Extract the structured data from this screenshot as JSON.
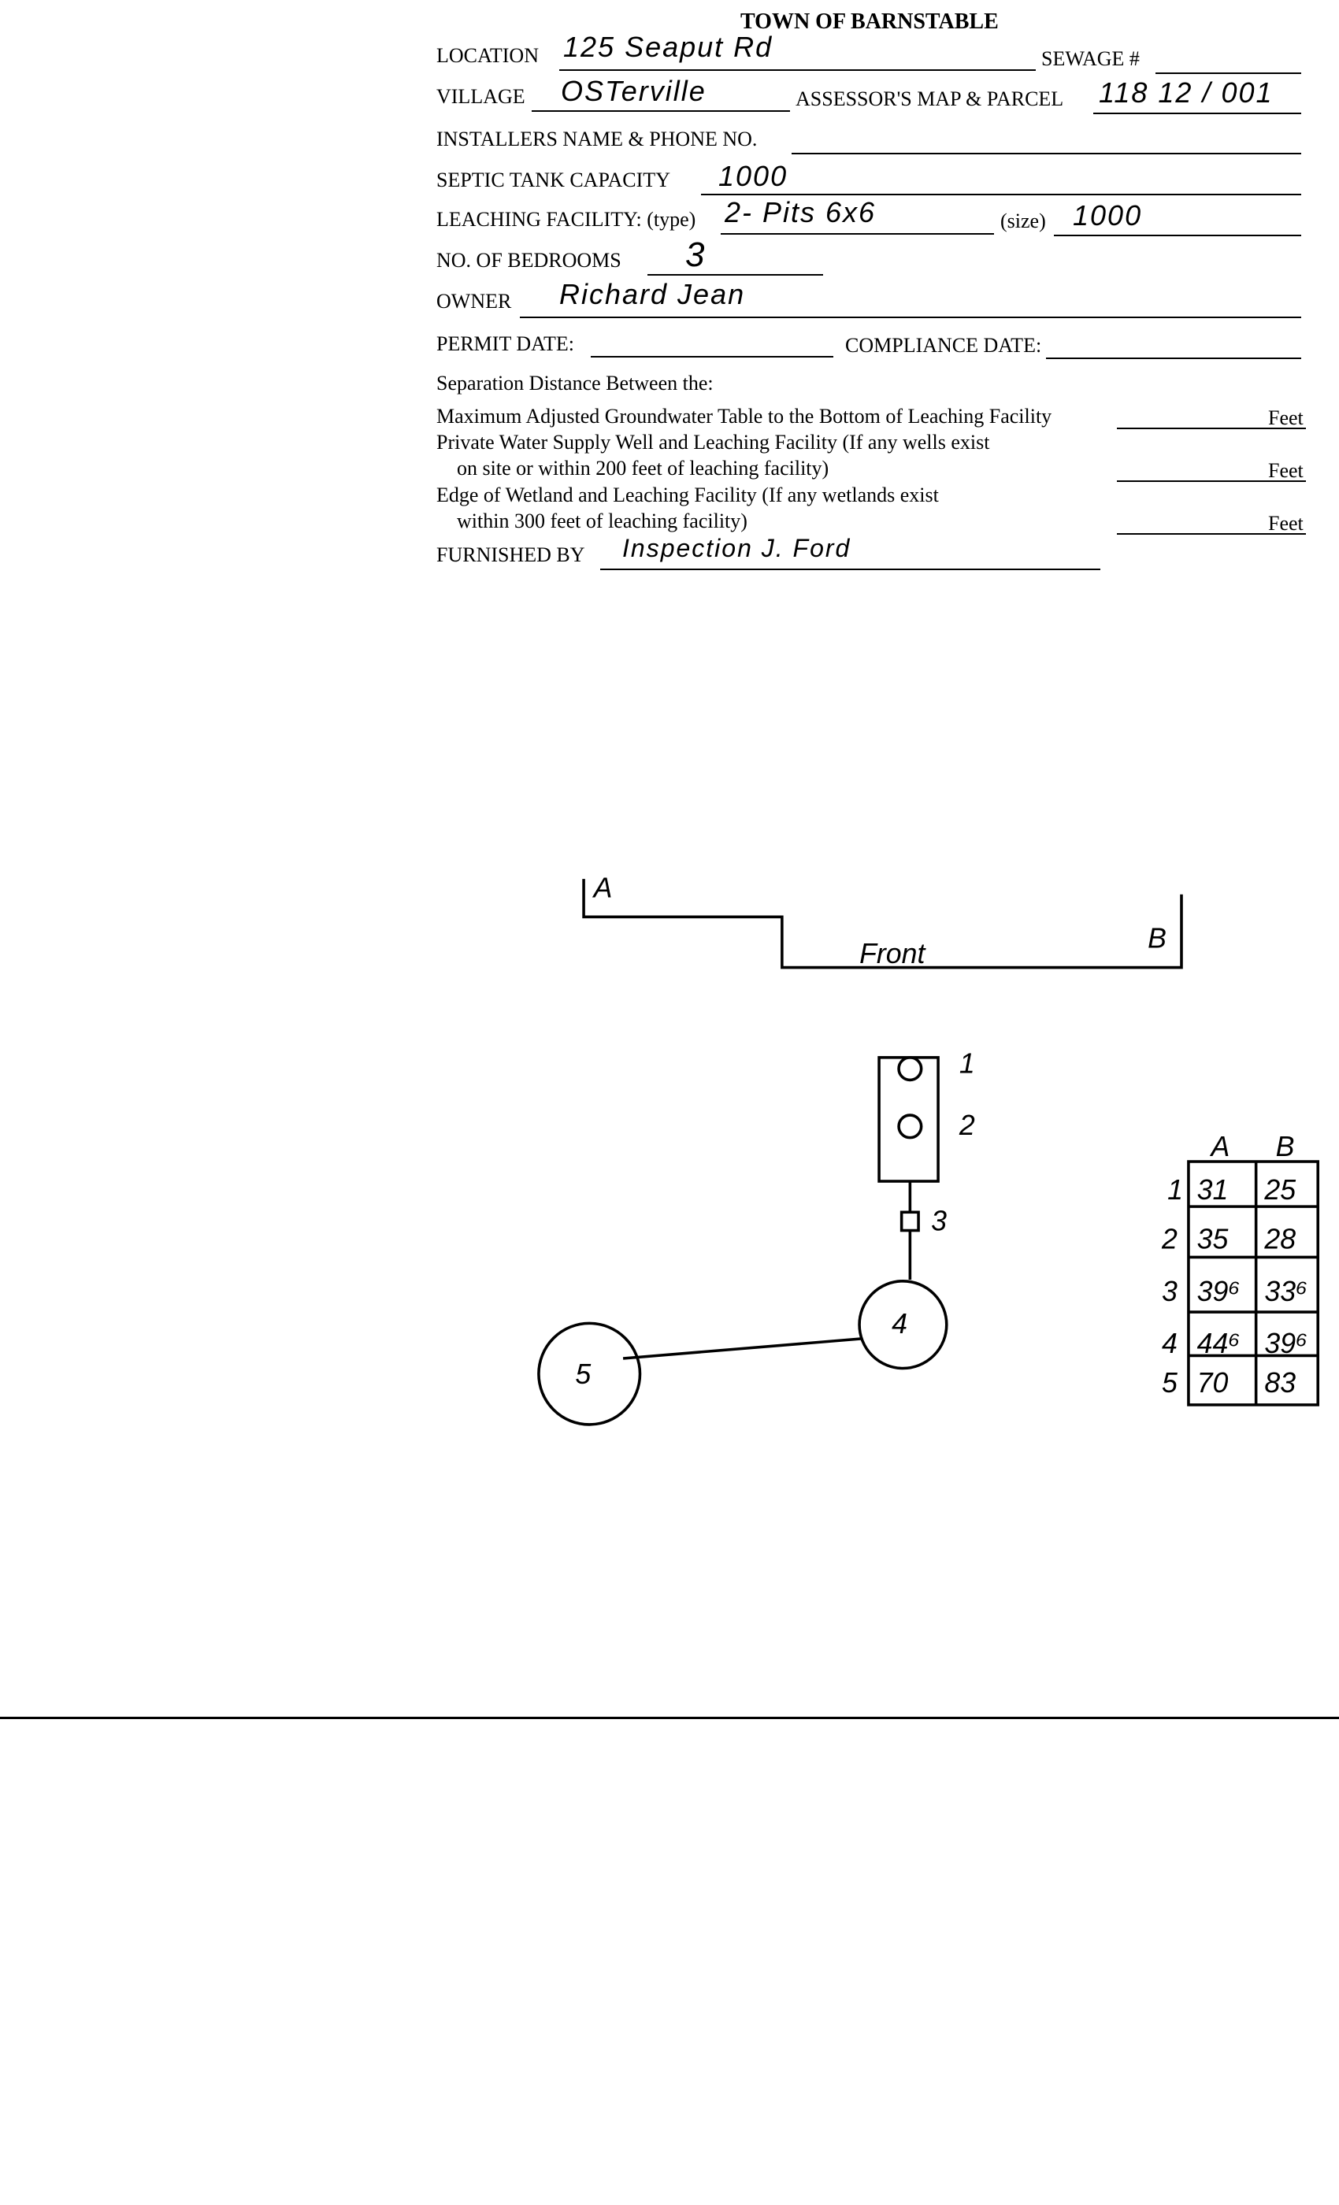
{
  "form": {
    "title": "TOWN OF BARNSTABLE",
    "location_label": "LOCATION",
    "location_value": "125 Seaput Rd",
    "sewage_label": "SEWAGE #",
    "village_label": "VILLAGE",
    "village_value": "OSTerville",
    "parcel_label": "ASSESSOR'S MAP & PARCEL",
    "parcel_value": "118 12 / 001",
    "installers_label": "INSTALLERS NAME & PHONE NO.",
    "septic_label": "SEPTIC TANK CAPACITY",
    "septic_value": "1000",
    "leaching_label": "LEACHING FACILITY: (type)",
    "leaching_type_value": "2- Pits 6x6",
    "size_label": "(size)",
    "size_value": "1000",
    "bedrooms_label": "NO. OF BEDROOMS",
    "bedrooms_value": "3",
    "owner_label": "OWNER",
    "owner_value": "Richard Jean",
    "permit_label": "PERMIT DATE:",
    "compliance_label": "COMPLIANCE DATE:",
    "separation_heading": "Separation Distance Between the:",
    "sep1": "Maximum Adjusted Groundwater Table to the Bottom of Leaching Facility",
    "sep2a": "Private Water Supply Well and Leaching Facility (If any wells exist",
    "sep2b": "on site or within 200 feet of leaching facility)",
    "sep3a": "Edge of Wetland and Leaching Facility (If any wetlands exist",
    "sep3b": "within 300 feet of leaching facility)",
    "feet": "Feet",
    "furnished_label": "FURNISHED BY",
    "furnished_value": "Inspection J. Ford"
  },
  "sketch": {
    "point_a": "A",
    "point_b": "B",
    "front_label": "Front",
    "tank_labels": [
      "1",
      "2",
      "3",
      "4",
      "5"
    ]
  },
  "table": {
    "columns": [
      "A",
      "B"
    ],
    "rows": [
      {
        "label": "1",
        "a": "31",
        "b": "25"
      },
      {
        "label": "2",
        "a": "35",
        "b": "28"
      },
      {
        "label": "3",
        "a": "39⁶",
        "b": "33⁶"
      },
      {
        "label": "4",
        "a": "44⁶",
        "b": "39⁶"
      },
      {
        "label": "5",
        "a": "70",
        "b": "83"
      }
    ]
  }
}
